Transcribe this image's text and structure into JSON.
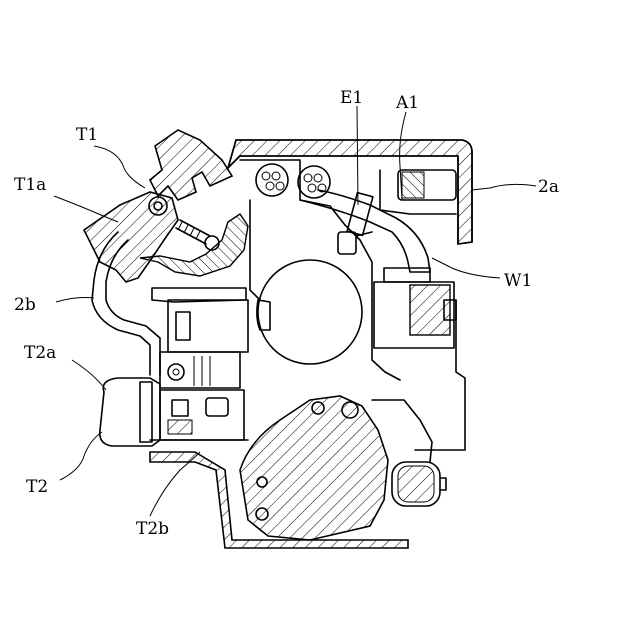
{
  "labels": {
    "T1": "T1",
    "T1a": "T1a",
    "E1": "E1",
    "A1": "A1",
    "2a": "2a",
    "W1": "W1",
    "2b": "2b",
    "T2a": "T2a",
    "T2": "T2",
    "T2b": "T2b"
  }
}
